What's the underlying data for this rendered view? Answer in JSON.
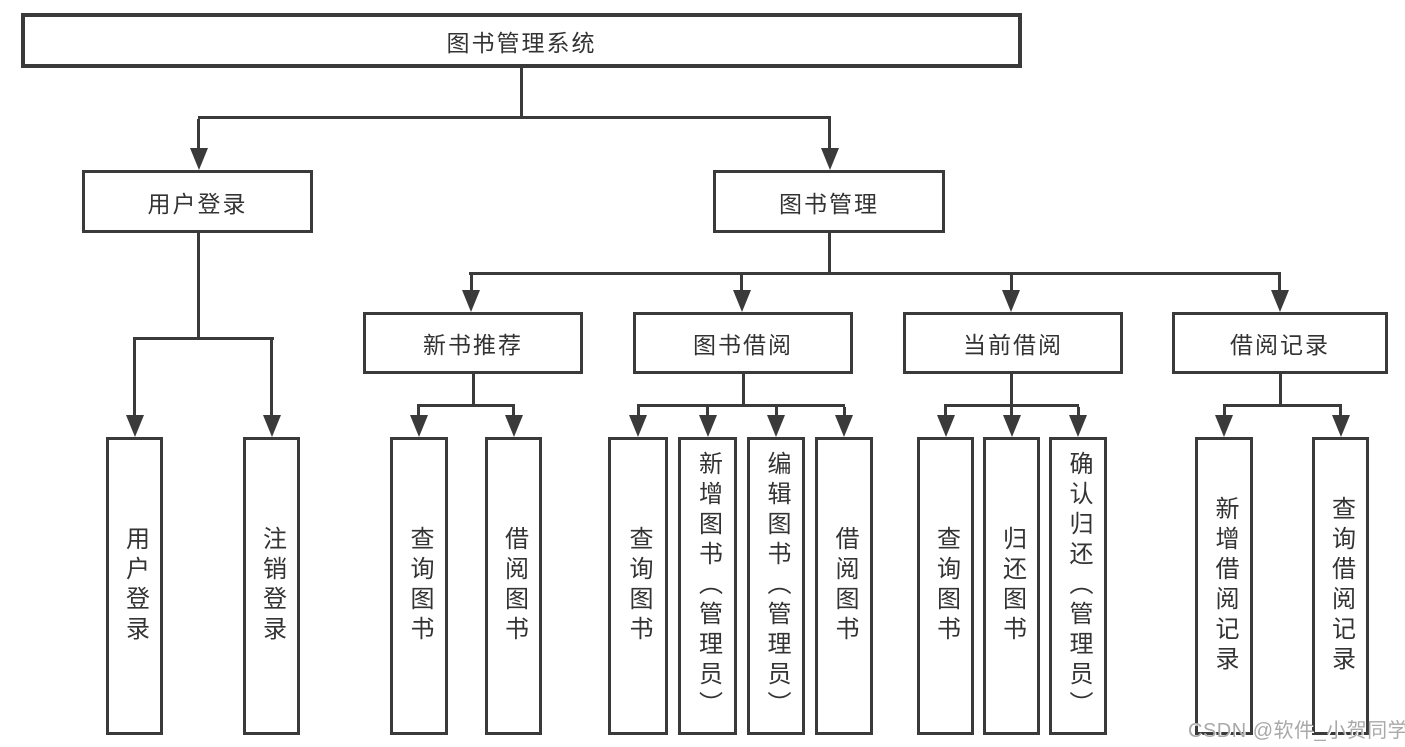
{
  "nodes": {
    "root": "图书管理系统",
    "user_login": "用户登录",
    "book_management": "图书管理",
    "new_book_rec": "新书推荐",
    "book_borrow": "图书借阅",
    "current_borrow": "当前借阅",
    "borrow_records": "借阅记录"
  },
  "leaves": {
    "login": "用户登录",
    "logout": "注销登录",
    "rec_query": "查询图书",
    "rec_borrow": "借阅图书",
    "borrow_query": "查询图书",
    "borrow_add": "新增图书（管理员）",
    "borrow_edit": "编辑图书（管理员）",
    "borrow_borrow": "借阅图书",
    "current_query": "查询图书",
    "current_return": "归还图书",
    "current_confirm": "确认归还（管理员）",
    "records_add": "新增借阅记录",
    "records_query": "查询借阅记录"
  },
  "watermark": "CSDN @软件_小贺同学",
  "colors": {
    "line": "#3a3a3a",
    "text": "#333333",
    "watermark": "#a9a9a9",
    "box_fill": "#ffffff"
  }
}
